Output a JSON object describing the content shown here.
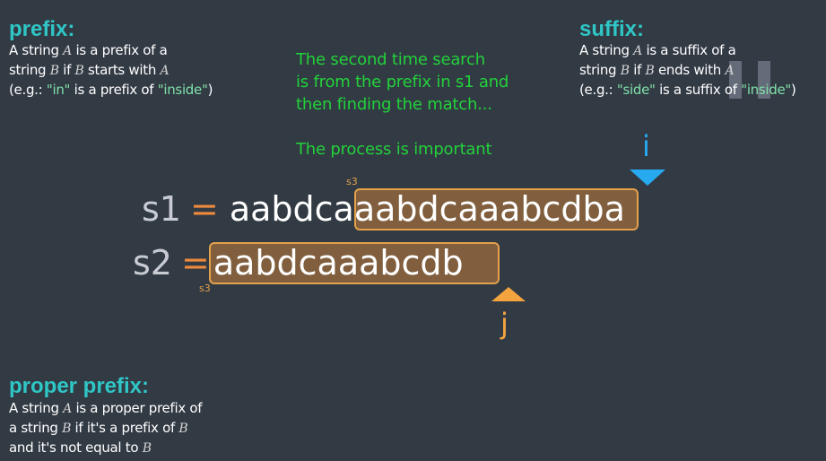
{
  "prefix": {
    "title": "prefix:",
    "lines": [
      {
        "t1": "A string ",
        "v1": "A",
        "t2": " is a prefix of  a"
      },
      {
        "t1": "string ",
        "v1": "B",
        "t2": " if ",
        "v2": "B",
        "t3": " starts with ",
        "v3": "A"
      },
      {
        "t1": "(e.g.: ",
        "q1": "\"in\"",
        "t2": " is a prefix of ",
        "q2": "\"inside\"",
        "t3": ")"
      }
    ]
  },
  "suffix": {
    "title": "suffix:",
    "lines": [
      {
        "t1": "A string ",
        "v1": "A",
        "t2": " is a suffix of  a"
      },
      {
        "t1": "string ",
        "v1": "B",
        "t2": " if ",
        "v2": "B",
        "t3": " ends with ",
        "v3": "A"
      },
      {
        "t1": "(e.g.: ",
        "q1": "\"side\"",
        "t2": " is a suffix of ",
        "q2": "\"inside\"",
        "t3": ")"
      }
    ]
  },
  "proper_prefix": {
    "title": "proper prefix:",
    "lines": [
      {
        "t1": "A string ",
        "v1": "A",
        "t2": " is a proper prefix of"
      },
      {
        "t1": "a string ",
        "v1": "B",
        "t2": " if it's a prefix of ",
        "v2": "B"
      },
      {
        "t1": "and it's not equal to ",
        "v1": "B"
      }
    ]
  },
  "note": {
    "lines": [
      "The second time search",
      "is from the prefix in s1 and",
      "then finding the match...",
      "",
      "The process is important"
    ]
  },
  "s1": {
    "label": "s1",
    "eq": "=",
    "pre": "aabdca",
    "match": "aabdcaaabcdb",
    "post": "a",
    "tag": "s3"
  },
  "s2": {
    "label": "s2",
    "eq": "=",
    "match": "aabdcaaabcdb",
    "tag": "s3"
  },
  "pointers": {
    "i": "i",
    "j": "j"
  },
  "colors": {
    "background": "#323a44",
    "heading": "#2fc6c6",
    "note": "#22d23a",
    "highlight": "#e4a14a",
    "i_pointer": "#27aaf0",
    "j_pointer": "#f3a43f"
  }
}
